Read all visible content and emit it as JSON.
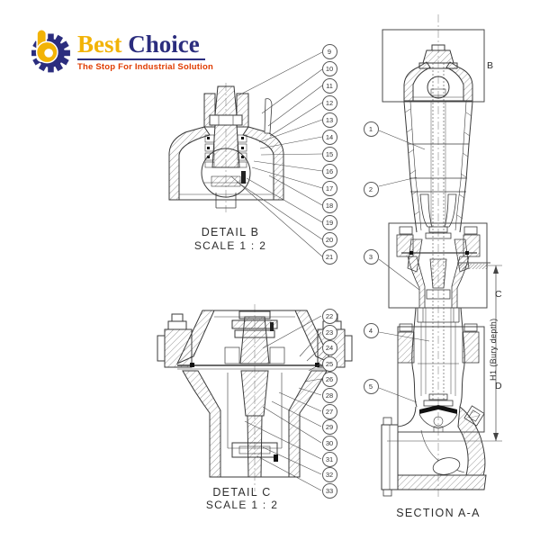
{
  "logo": {
    "brand_word1": "Best",
    "brand_word2": "Choice",
    "tagline": "The Stop For Industrial Solution",
    "colors": {
      "gold": "#F2B306",
      "navy": "#2B2D7E",
      "red": "#E03C00"
    }
  },
  "detail_b": {
    "title": "DETAIL B",
    "scale": "SCALE 1 : 2",
    "balloons": [
      "9",
      "10",
      "11",
      "12",
      "13",
      "14",
      "15",
      "16",
      "17",
      "18",
      "19",
      "20",
      "21"
    ]
  },
  "detail_c": {
    "title": "DETAIL C",
    "scale": "SCALE 1 : 2",
    "balloons": [
      "22",
      "23",
      "24",
      "25",
      "26",
      "28",
      "27",
      "29",
      "30",
      "31",
      "32",
      "33"
    ]
  },
  "section": {
    "title": "SECTION A-A",
    "balloons": [
      "1",
      "2",
      "3",
      "4",
      "5"
    ],
    "box_labels": [
      "B",
      "C",
      "D"
    ],
    "dimension_label": "H1  (Bury depth)"
  }
}
